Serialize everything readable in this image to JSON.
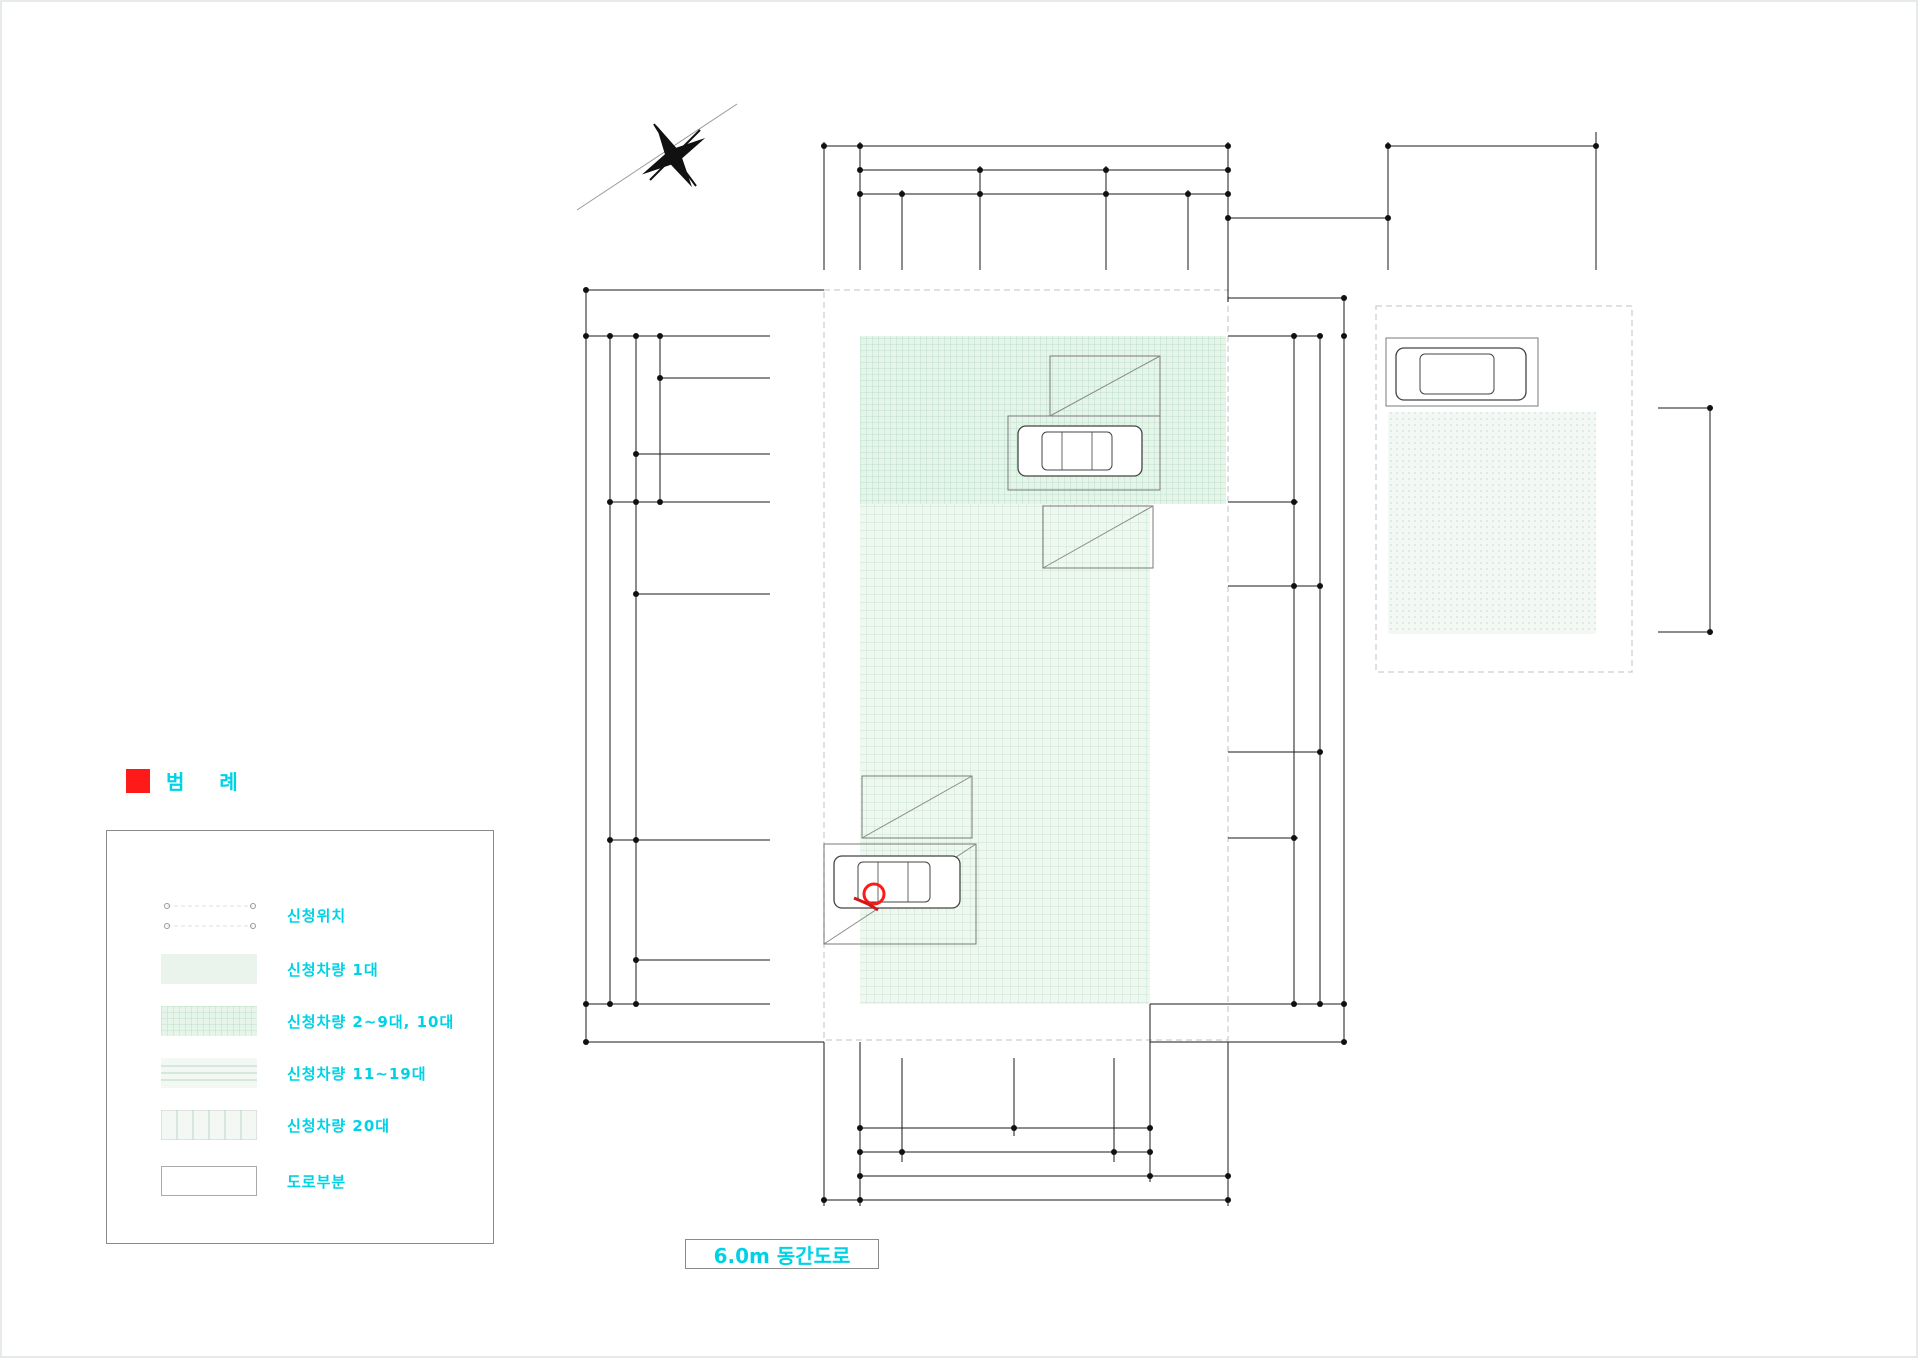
{
  "legend": {
    "title": "범 례",
    "items": [
      {
        "label": "신청위치"
      },
      {
        "label": "신청차량 1대"
      },
      {
        "label": "신청차량 2~9대, 10대"
      },
      {
        "label": "신청차량 11~19대"
      },
      {
        "label": "신청차량 20대"
      },
      {
        "label": "도로부분"
      }
    ]
  },
  "road": {
    "label": "6.0m 동간도로"
  },
  "colors": {
    "dimension": "#00d2e6",
    "hatch": "#cfe8d6",
    "marker": "#ff1a1a",
    "line": "#1a1a1a"
  }
}
